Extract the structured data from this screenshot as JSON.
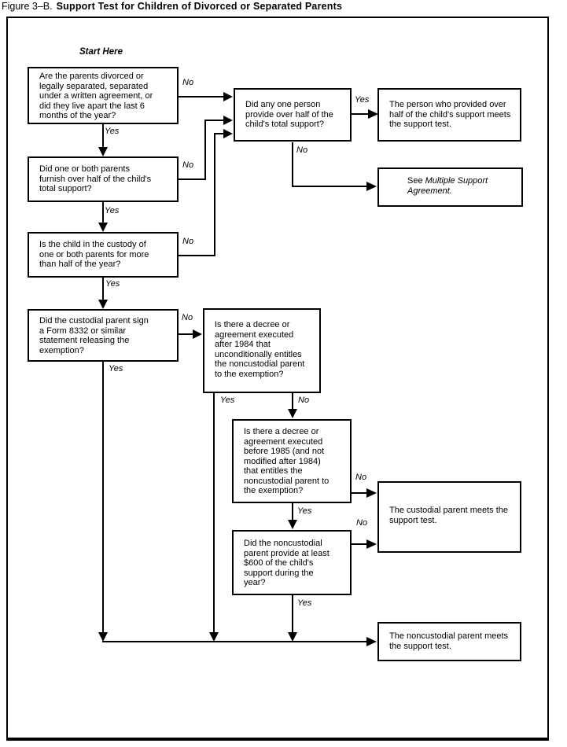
{
  "title": {
    "prefix": "Figure 3–B.",
    "main": "Support Test for Children of Divorced or Separated Parents"
  },
  "start_label": "Start Here",
  "labels": {
    "yes": "Yes",
    "no": "No"
  },
  "nodes": {
    "q_divorced": "Are the parents divorced or\nlegally separated, separated\nunder a written agreement, or\ndid they live apart the last 6\nmonths of the year?",
    "q_half_support": "Did one or both parents\nfurnish over half of the child's\ntotal support?",
    "q_custody": "Is the child in the custody of\none or both parents for more\nthan half of the year?",
    "q_form8332": "Did the custodial parent sign\na Form 8332 or similar\nstatement releasing the\nexemption?",
    "q_any_one_person": "Did any one person\nprovide over half of the\nchild's total support?",
    "r_person_provided": "The person who provided over\nhalf of the child's support meets\nthe support test.",
    "r_multiple_support": {
      "prefix": "See ",
      "italic": "Multiple Support\nAgreement."
    },
    "q_decree_after_1984": "Is there a decree or\nagreement executed\nafter 1984 that\nunconditionally entitles\nthe noncustodial parent\nto the exemption?",
    "q_decree_before_1985": "Is there a decree or\nagreement executed\nbefore 1985 (and not\nmodified after 1984)\nthat entitles the\nnoncustodial parent to\nthe exemption?",
    "q_600_support": "Did the noncustodial\nparent provide at least\n$600 of the child's\nsupport during the\nyear?",
    "r_custodial": "The custodial parent meets the\nsupport test.",
    "r_noncustodial": "The noncustodial parent meets\nthe support test."
  }
}
